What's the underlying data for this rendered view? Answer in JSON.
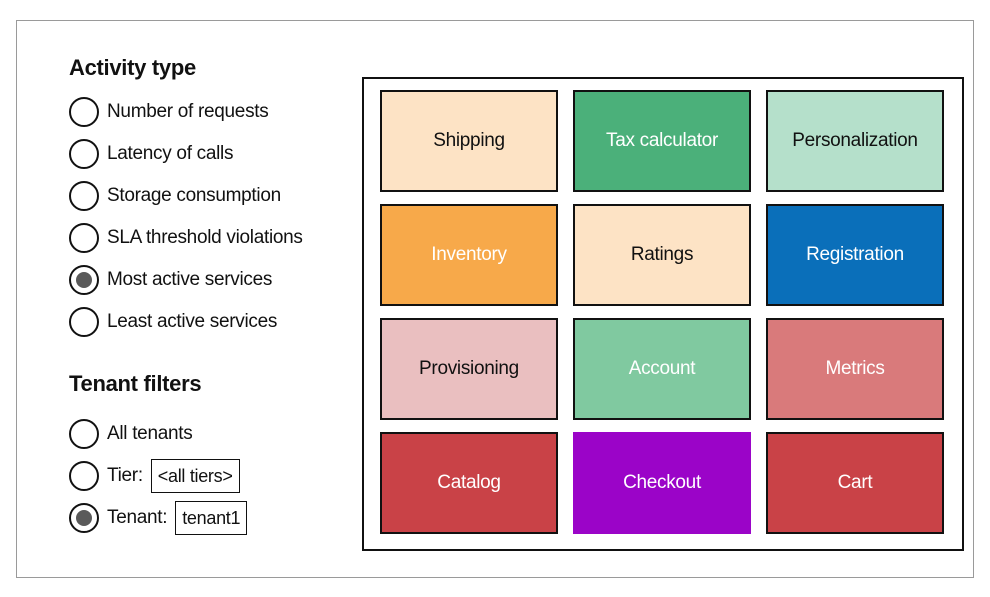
{
  "activity_type": {
    "title": "Activity type",
    "options": [
      {
        "label": "Number of requests",
        "selected": false
      },
      {
        "label": "Latency of calls",
        "selected": false
      },
      {
        "label": "Storage consumption",
        "selected": false
      },
      {
        "label": "SLA threshold violations",
        "selected": false
      },
      {
        "label": "Most active services",
        "selected": true
      },
      {
        "label": "Least active services",
        "selected": false
      }
    ]
  },
  "tenant_filters": {
    "title": "Tenant filters",
    "all_tenants": {
      "label": "All tenants",
      "selected": false
    },
    "tier": {
      "label": "Tier:",
      "value": "<all tiers>",
      "selected": false
    },
    "tenant": {
      "label": "Tenant:",
      "value": "tenant1",
      "selected": true
    }
  },
  "services": [
    {
      "name": "Shipping",
      "fill": "#fde3c5",
      "text": "#111111"
    },
    {
      "name": "Tax calculator",
      "fill": "#4bb07a",
      "text": "#ffffff"
    },
    {
      "name": "Personalization",
      "fill": "#b5e0cb",
      "text": "#111111"
    },
    {
      "name": "Inventory",
      "fill": "#f7a94a",
      "text": "#ffffff"
    },
    {
      "name": "Ratings",
      "fill": "#fde3c5",
      "text": "#111111"
    },
    {
      "name": "Registration",
      "fill": "#0a6fba",
      "text": "#ffffff"
    },
    {
      "name": "Provisioning",
      "fill": "#eabfc0",
      "text": "#111111"
    },
    {
      "name": "Account",
      "fill": "#80c9a0",
      "text": "#ffffff"
    },
    {
      "name": "Metrics",
      "fill": "#d97a7b",
      "text": "#ffffff"
    },
    {
      "name": "Catalog",
      "fill": "#c94247",
      "text": "#ffffff"
    },
    {
      "name": "Checkout",
      "fill": "#9b04c8",
      "text": "#ffffff"
    },
    {
      "name": "Cart",
      "fill": "#c94247",
      "text": "#ffffff"
    }
  ]
}
